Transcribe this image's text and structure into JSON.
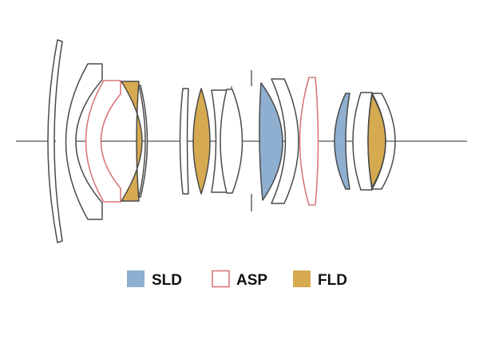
{
  "colors": {
    "outline": "#4a4a4a",
    "asp": "#d9787b",
    "sld": "#8fafd0",
    "fld": "#d6aa50",
    "axis": "#555555"
  },
  "lens_groups": [
    {
      "name": "front-group",
      "elements": [
        "meniscus-1",
        "meniscus-2",
        "asp-1",
        "fld-1",
        "lens-4"
      ]
    },
    {
      "name": "middle-group",
      "elements": [
        "lens-5",
        "fld-2",
        "lens-7",
        "lens-8"
      ]
    },
    {
      "name": "rear-group",
      "elements": [
        "sld-1",
        "asp-2",
        "sld-2",
        "lens-12",
        "fld-3"
      ]
    }
  ],
  "legend": [
    {
      "label": "SLD",
      "type": "sld"
    },
    {
      "label": "ASP",
      "type": "asp"
    },
    {
      "label": "FLD",
      "type": "fld"
    }
  ]
}
